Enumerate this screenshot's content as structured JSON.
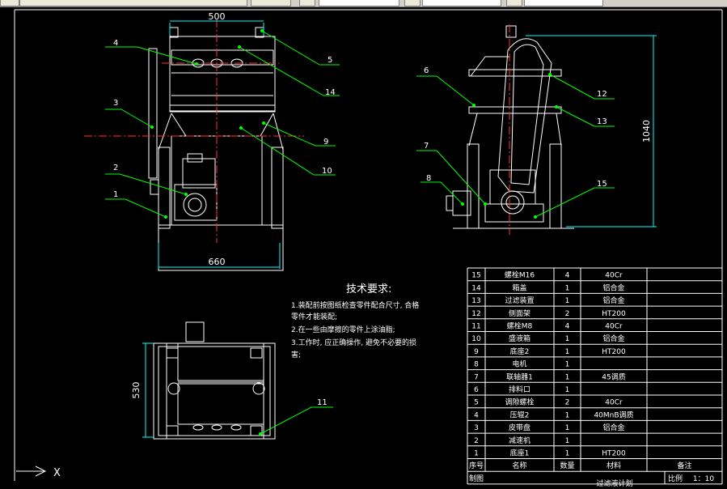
{
  "dimensions": {
    "front_width": "500",
    "base_width": "660",
    "side_height": "1040",
    "plan_depth": "530"
  },
  "callouts": [
    "1",
    "2",
    "3",
    "4",
    "5",
    "6",
    "7",
    "8",
    "9",
    "10",
    "11",
    "12",
    "13",
    "14",
    "15"
  ],
  "requirements": {
    "title": "技术要求:",
    "line1a": "1.装配前按图纸检查零件配合尺寸, 合格",
    "line1b": "零件才能装配;",
    "line2": "2.在一些由摩擦的零件上涂油脂;",
    "line3a": "3.工作时, 应正确操作, 避免不必要的损",
    "line3b": "害;"
  },
  "bom": {
    "rows": [
      {
        "no": "15",
        "name": "螺栓M16",
        "qty": "4",
        "material": "40Cr",
        "note": ""
      },
      {
        "no": "14",
        "name": "箱盖",
        "qty": "1",
        "material": "铝合金",
        "note": ""
      },
      {
        "no": "13",
        "name": "过滤装置",
        "qty": "1",
        "material": "铝合金",
        "note": ""
      },
      {
        "no": "12",
        "name": "侧面架",
        "qty": "2",
        "material": "HT200",
        "note": ""
      },
      {
        "no": "11",
        "name": "螺栓M8",
        "qty": "4",
        "material": "40Cr",
        "note": ""
      },
      {
        "no": "10",
        "name": "盛液箱",
        "qty": "1",
        "material": "铝合金",
        "note": ""
      },
      {
        "no": "9",
        "name": "底座2",
        "qty": "1",
        "material": "HT200",
        "note": ""
      },
      {
        "no": "8",
        "name": "电机",
        "qty": "1",
        "material": "",
        "note": ""
      },
      {
        "no": "7",
        "name": "联轴器1",
        "qty": "1",
        "material": "45调质",
        "note": ""
      },
      {
        "no": "6",
        "name": "排料口",
        "qty": "1",
        "material": "",
        "note": ""
      },
      {
        "no": "5",
        "name": "调隙螺栓",
        "qty": "2",
        "material": "40Cr",
        "note": ""
      },
      {
        "no": "4",
        "name": "压辊2",
        "qty": "1",
        "material": "40MnB调质",
        "note": ""
      },
      {
        "no": "3",
        "name": "皮带盘",
        "qty": "1",
        "material": "铝合金",
        "note": ""
      },
      {
        "no": "2",
        "name": "减速机",
        "qty": "1",
        "material": "",
        "note": ""
      },
      {
        "no": "1",
        "name": "底座1",
        "qty": "1",
        "material": "HT200",
        "note": ""
      }
    ],
    "header": {
      "no": "序号",
      "name": "名称",
      "qty": "数量",
      "material": "材料",
      "note": "备注"
    },
    "drawn_by": "制图",
    "scale_label": "比例",
    "scale_value": "1：10",
    "drawing_title": "过滤液计划"
  },
  "ucs_label": "X",
  "colors": {
    "background": "#000000",
    "outline": "#ffffff",
    "dimension": "#00ffff",
    "leader": "#00ff00",
    "centerline": "#ff0000",
    "table": "#ffffff"
  }
}
